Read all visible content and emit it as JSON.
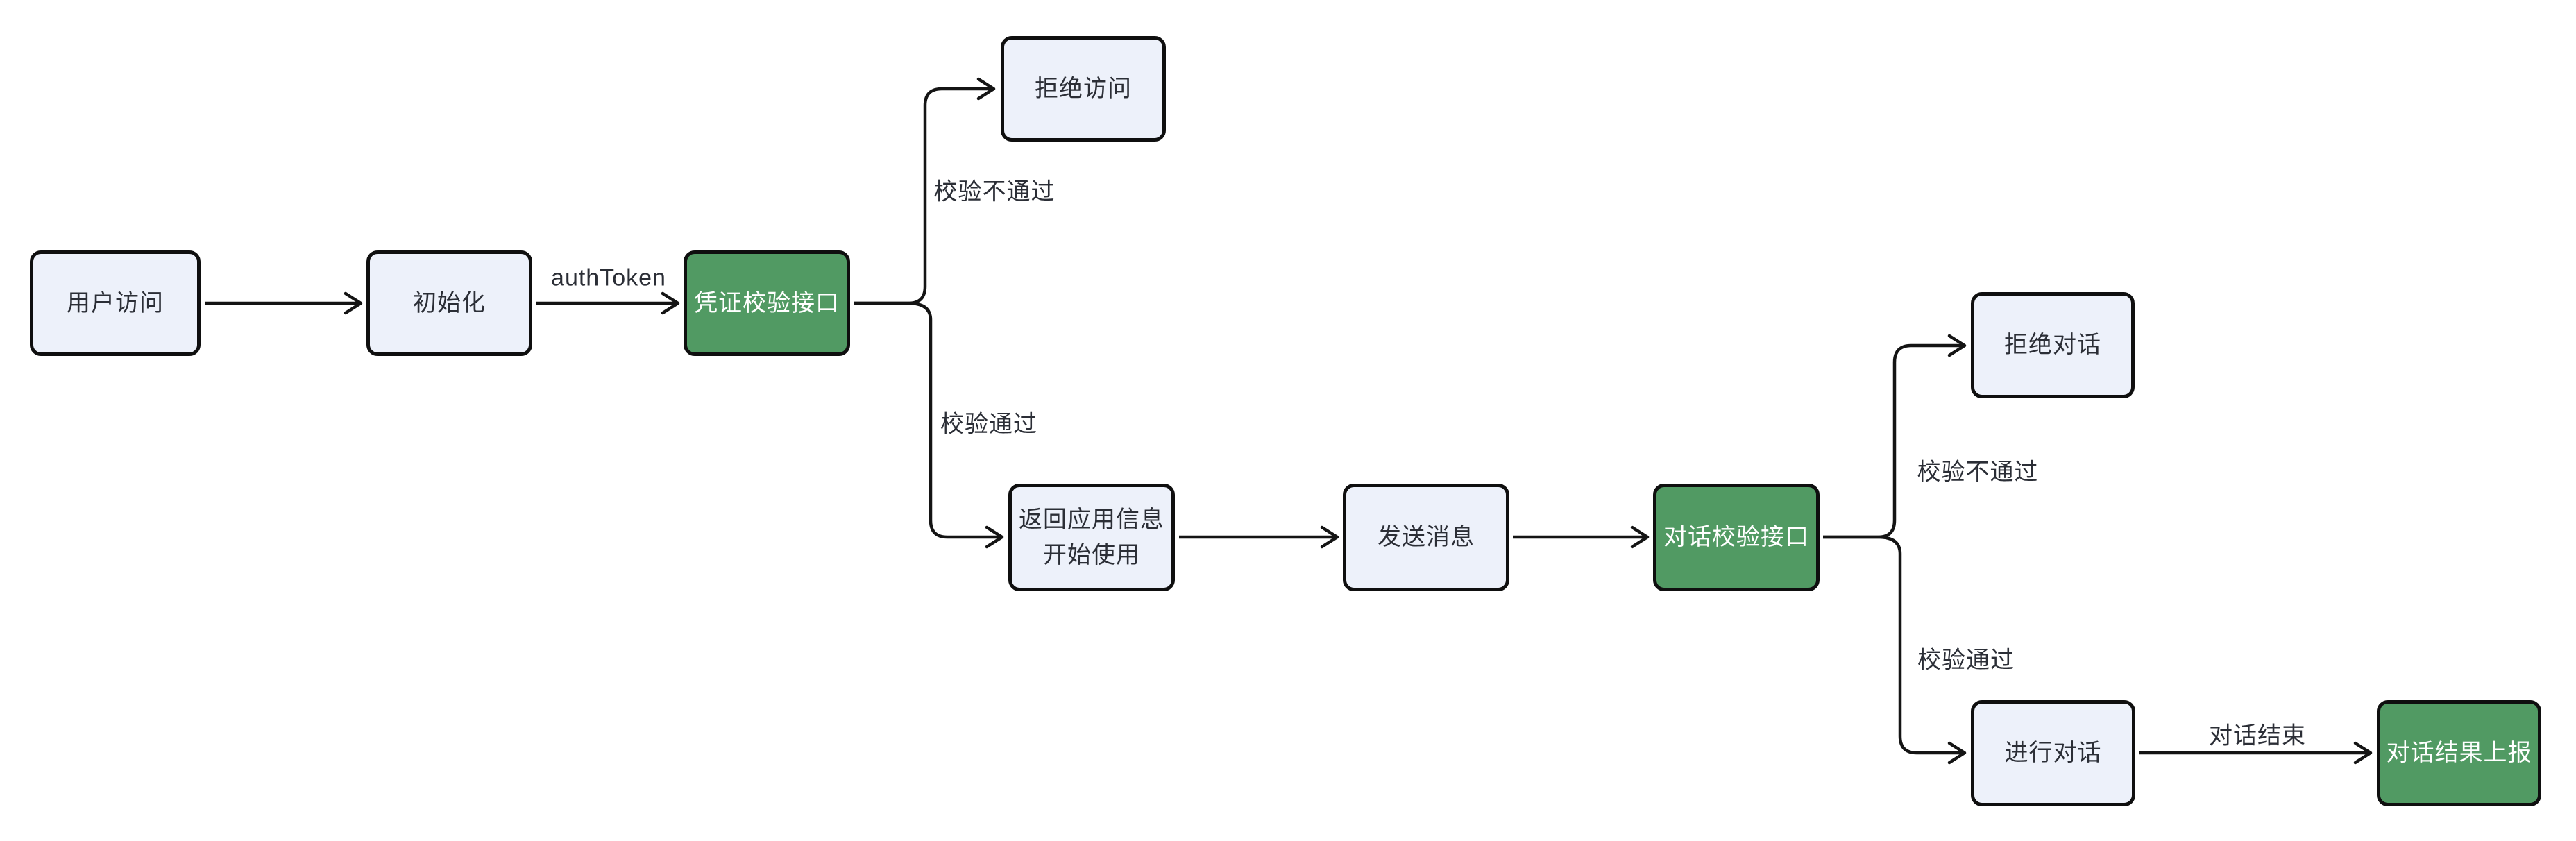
{
  "diagram": {
    "type": "flowchart",
    "direction": "left-to-right",
    "colors": {
      "background": "#ffffff",
      "node_fill": "#edf1fa",
      "node_border": "#0f0f0f",
      "node_text": "#2b2e36",
      "highlight_fill": "#519a63",
      "highlight_text": "#ffffff",
      "edge_stroke": "#141414"
    },
    "nodes": [
      {
        "id": "user-access",
        "label": "用户访问",
        "style": "default"
      },
      {
        "id": "init",
        "label": "初始化",
        "style": "default"
      },
      {
        "id": "credential-check-api",
        "label": "凭证校验接口",
        "style": "highlight"
      },
      {
        "id": "deny-access",
        "label": "拒绝访问",
        "style": "default"
      },
      {
        "id": "return-app-info",
        "label": "返回应用信息 开始使用",
        "lines": [
          "返回应用信息",
          "开始使用"
        ],
        "style": "default"
      },
      {
        "id": "send-message",
        "label": "发送消息",
        "style": "default"
      },
      {
        "id": "dialog-check-api",
        "label": "对话校验接口",
        "style": "highlight"
      },
      {
        "id": "deny-dialog",
        "label": "拒绝对话",
        "style": "default"
      },
      {
        "id": "do-dialog",
        "label": "进行对话",
        "style": "default"
      },
      {
        "id": "report-dialog-result",
        "label": "对话结果上报",
        "style": "highlight"
      }
    ],
    "edge_labels": [
      {
        "id": "auth-token",
        "text": "authToken"
      },
      {
        "id": "check-fail-1",
        "text": "校验不通过"
      },
      {
        "id": "check-pass-1",
        "text": "校验通过"
      },
      {
        "id": "check-fail-2",
        "text": "校验不通过"
      },
      {
        "id": "check-pass-2",
        "text": "校验通过"
      },
      {
        "id": "dialog-end",
        "text": "对话结束"
      }
    ],
    "edges": [
      {
        "from": "用户访问",
        "to": "初始化",
        "label": ""
      },
      {
        "from": "初始化",
        "to": "凭证校验接口",
        "label": "authToken"
      },
      {
        "from": "凭证校验接口",
        "to": "拒绝访问",
        "label": "校验不通过"
      },
      {
        "from": "凭证校验接口",
        "to": "返回应用信息 开始使用",
        "label": "校验通过"
      },
      {
        "from": "返回应用信息 开始使用",
        "to": "发送消息",
        "label": ""
      },
      {
        "from": "发送消息",
        "to": "对话校验接口",
        "label": ""
      },
      {
        "from": "对话校验接口",
        "to": "拒绝对话",
        "label": "校验不通过"
      },
      {
        "from": "对话校验接口",
        "to": "进行对话",
        "label": "校验通过"
      },
      {
        "from": "进行对话",
        "to": "对话结果上报",
        "label": "对话结束"
      }
    ]
  }
}
